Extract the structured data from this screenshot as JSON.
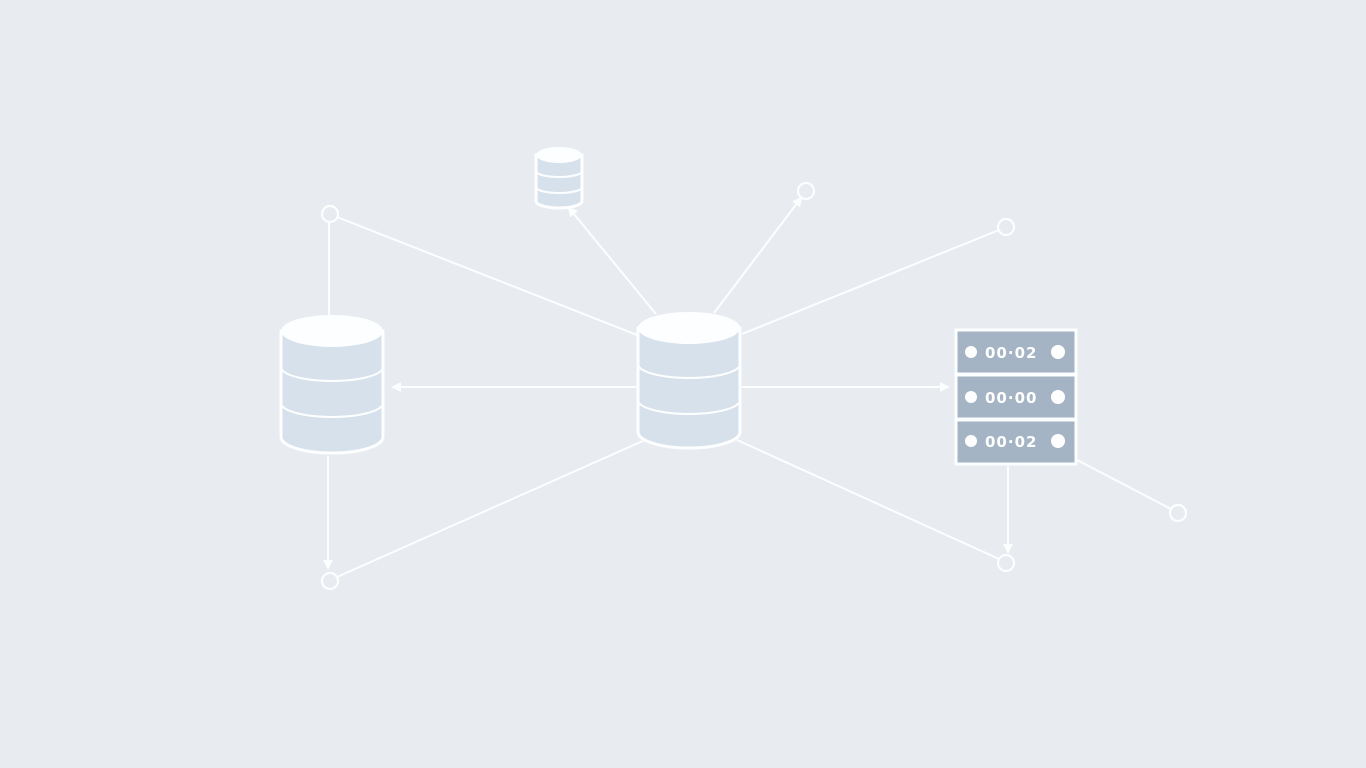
{
  "diagram": {
    "background_color": "#e8ebef",
    "line_color": "#fdfeff",
    "database_fill_color": "#d6e1eb",
    "server_fill_color": "#a4b4c4",
    "nodes": [
      {
        "id": "central-database",
        "icon": "database-icon"
      },
      {
        "id": "left-database",
        "icon": "database-icon"
      },
      {
        "id": "small-database",
        "icon": "database-icon"
      },
      {
        "id": "server-rack",
        "icon": "server-rack-icon"
      }
    ],
    "server_rack": {
      "rows": [
        {
          "label": "00·02"
        },
        {
          "label": "00·00"
        },
        {
          "label": "00·02"
        }
      ]
    }
  }
}
